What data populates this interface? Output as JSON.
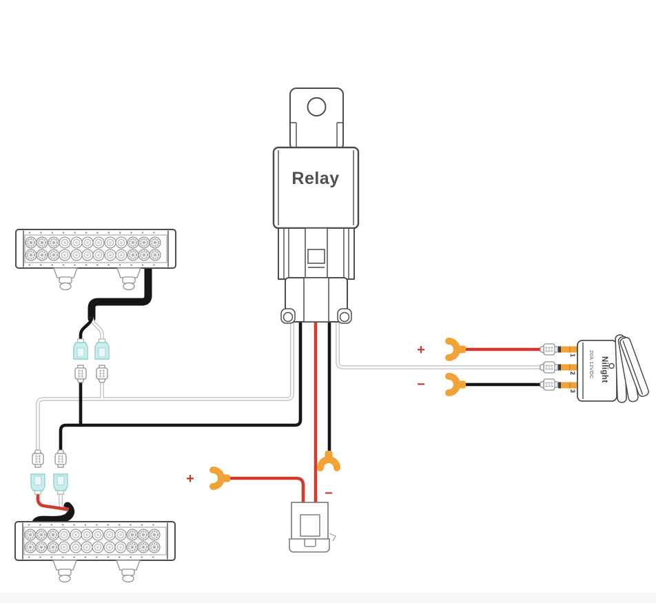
{
  "relay": {
    "label": "Relay"
  },
  "switch": {
    "brand": "Nilight",
    "rating": "20A 12VDC",
    "terminals": [
      "1",
      "2",
      "3"
    ]
  },
  "markers": {
    "switch_positive": "+",
    "switch_negative": "−",
    "battery_positive": "+",
    "battery_negative": "−"
  },
  "colors": {
    "wire_red": "#d5382d",
    "wire_black": "#161616",
    "wire_white": "#ffffff",
    "wire_white_outline": "#b9bdc0",
    "terminal_orange": "#f2a338",
    "connector_cyan": "#cdeceb",
    "connector_cyan_border": "#8ad1cd",
    "outline_gray": "#4b4b4b",
    "marker_red": "#c9392e",
    "footer_strip": "#f7f7f8"
  }
}
